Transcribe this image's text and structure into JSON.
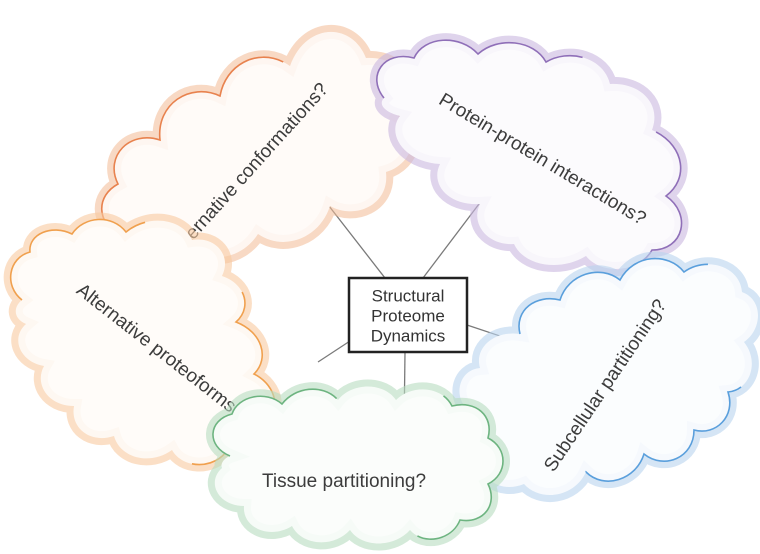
{
  "hub": {
    "lines": [
      "Structural",
      "Proteome",
      "Dynamics"
    ]
  },
  "clouds": {
    "conformations": {
      "label": "Alternative conformations?",
      "color": "#e8824e",
      "fill": "#f7c9a6"
    },
    "ppi": {
      "label": "Protein-protein interactions?",
      "color": "#9b7fc0",
      "fill": "#d4c6e6"
    },
    "proteoforms": {
      "label": "Alternative proteoforms?",
      "color": "#f0a04e",
      "fill": "#f8d4ac"
    },
    "subcellular": {
      "label": "Subcellular partitioning?",
      "color": "#6aa6dc",
      "fill": "#c8def4"
    },
    "tissue": {
      "label": "Tissue partitioning?",
      "color": "#74b887",
      "fill": "#c6e4cc"
    }
  },
  "connector_color": "#7a7a7a"
}
